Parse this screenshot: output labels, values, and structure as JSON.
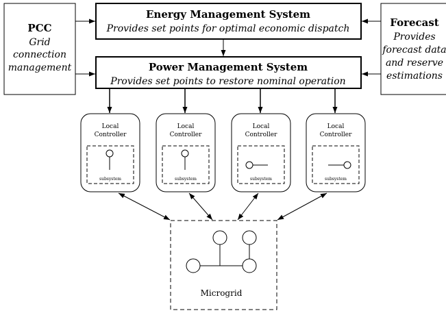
{
  "ems": {
    "title": "Energy Management System",
    "subtitle": "Provides set points for optimal economic dispatch"
  },
  "pms": {
    "title": "Power Management System",
    "subtitle": "Provides set points to restore nominal operation"
  },
  "pcc": {
    "title": "PCC",
    "lines": [
      "Grid",
      "connection",
      "management"
    ]
  },
  "forecast": {
    "title": "Forecast",
    "lines": [
      "Provides",
      "forecast data",
      "and reserve",
      "estimations"
    ]
  },
  "controllers": [
    {
      "line1": "Local",
      "line2": "Controller",
      "subsystem": "subsystem"
    },
    {
      "line1": "Local",
      "line2": "Controller",
      "subsystem": "subsystem"
    },
    {
      "line1": "Local",
      "line2": "Controller",
      "subsystem": "subsystem"
    },
    {
      "line1": "Local",
      "line2": "Controller",
      "subsystem": "subsystem"
    }
  ],
  "microgrid": {
    "label": "Microgrid"
  }
}
